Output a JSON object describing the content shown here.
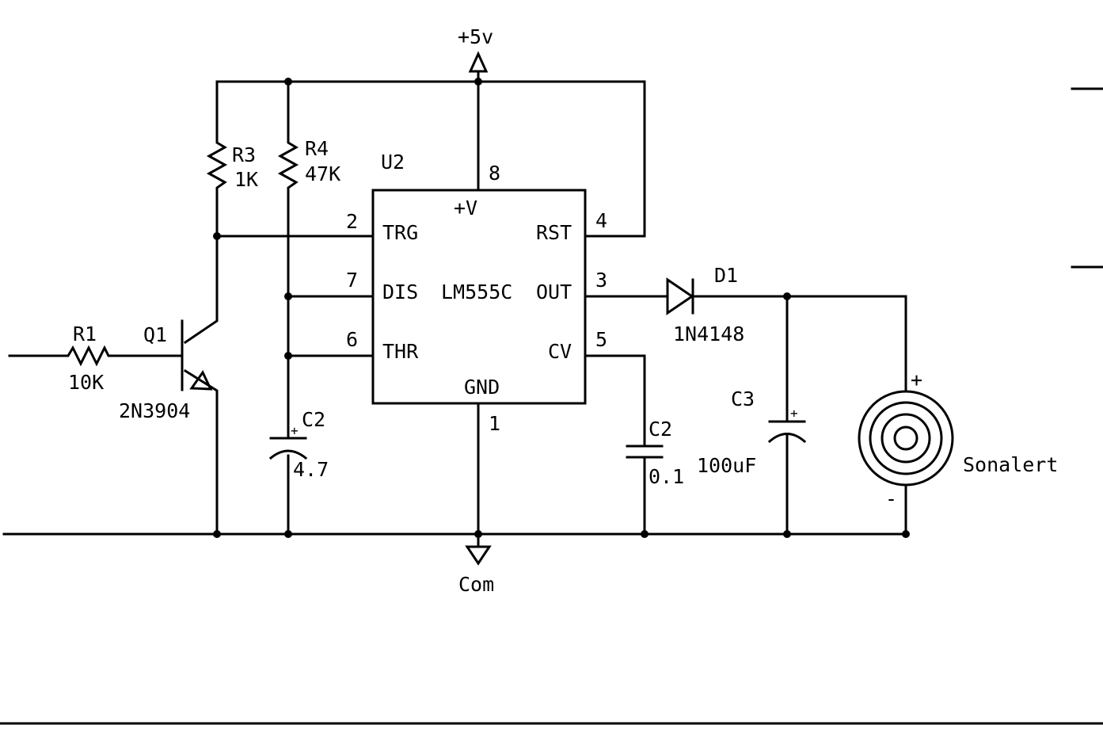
{
  "supply": {
    "label": "+5v"
  },
  "ground": {
    "label": "Com"
  },
  "ic": {
    "ref": "U2",
    "part": "LM555C",
    "supply_pin_label": "+V",
    "pins": {
      "p8": "8",
      "p2": "2",
      "p7": "7",
      "p6": "6",
      "p4": "4",
      "p3": "3",
      "p5": "5",
      "p1": "1"
    },
    "pin_names": {
      "trg": "TRG",
      "dis": "DIS",
      "thr": "THR",
      "rst": "RST",
      "out": "OUT",
      "cv": "CV",
      "gnd": "GND"
    }
  },
  "components": {
    "r1": {
      "ref": "R1",
      "value": "10K"
    },
    "r3": {
      "ref": "R3",
      "value": "1K"
    },
    "r4": {
      "ref": "R4",
      "value": "47K"
    },
    "q1": {
      "ref": "Q1",
      "value": "2N3904"
    },
    "c_timing": {
      "ref": "C2",
      "value": "4.7",
      "polarity": "+"
    },
    "c_cv": {
      "ref": "C2",
      "value": "0.1"
    },
    "c3": {
      "ref": "C3",
      "value": "100uF",
      "polarity": "+"
    },
    "d1": {
      "ref": "D1",
      "value": "1N4148"
    },
    "buzzer": {
      "name": "Sonalert",
      "plus": "+",
      "minus": "-"
    }
  },
  "colors": {
    "ink": "#000000",
    "paper": "#ffffff"
  }
}
